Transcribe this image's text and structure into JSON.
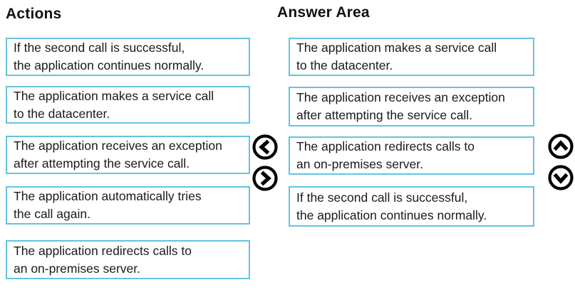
{
  "headers": {
    "actions": "Actions",
    "answer_area": "Answer Area"
  },
  "colors": {
    "box_border": "#64c3e0",
    "text": "#1a1a1a",
    "button_stroke": "#000000",
    "background": "#ffffff"
  },
  "actions": [
    {
      "lines": [
        "If the second call is successful,",
        "the application continues normally."
      ]
    },
    {
      "lines": [
        "The application makes a service call",
        "to the datacenter."
      ]
    },
    {
      "lines": [
        "The application receives an exception",
        "after attempting the service call."
      ]
    },
    {
      "lines": [
        "The application automatically tries",
        "the call again."
      ]
    },
    {
      "lines": [
        "The application redirects calls to",
        "an on-premises server."
      ]
    }
  ],
  "answer_area": [
    {
      "lines": [
        "The application makes a service call",
        "to the datacenter."
      ]
    },
    {
      "lines": [
        "The application receives an exception",
        "after attempting the service call."
      ]
    },
    {
      "lines": [
        "The application redirects calls to",
        "an on-premises server."
      ]
    },
    {
      "lines": [
        "If the second call is successful,",
        "the application continues normally."
      ]
    }
  ],
  "controls": {
    "move_right_icon": "chevron-left-circle",
    "move_left_icon": "chevron-right-circle",
    "move_up_icon": "chevron-up-circle",
    "move_down_icon": "chevron-down-circle"
  }
}
